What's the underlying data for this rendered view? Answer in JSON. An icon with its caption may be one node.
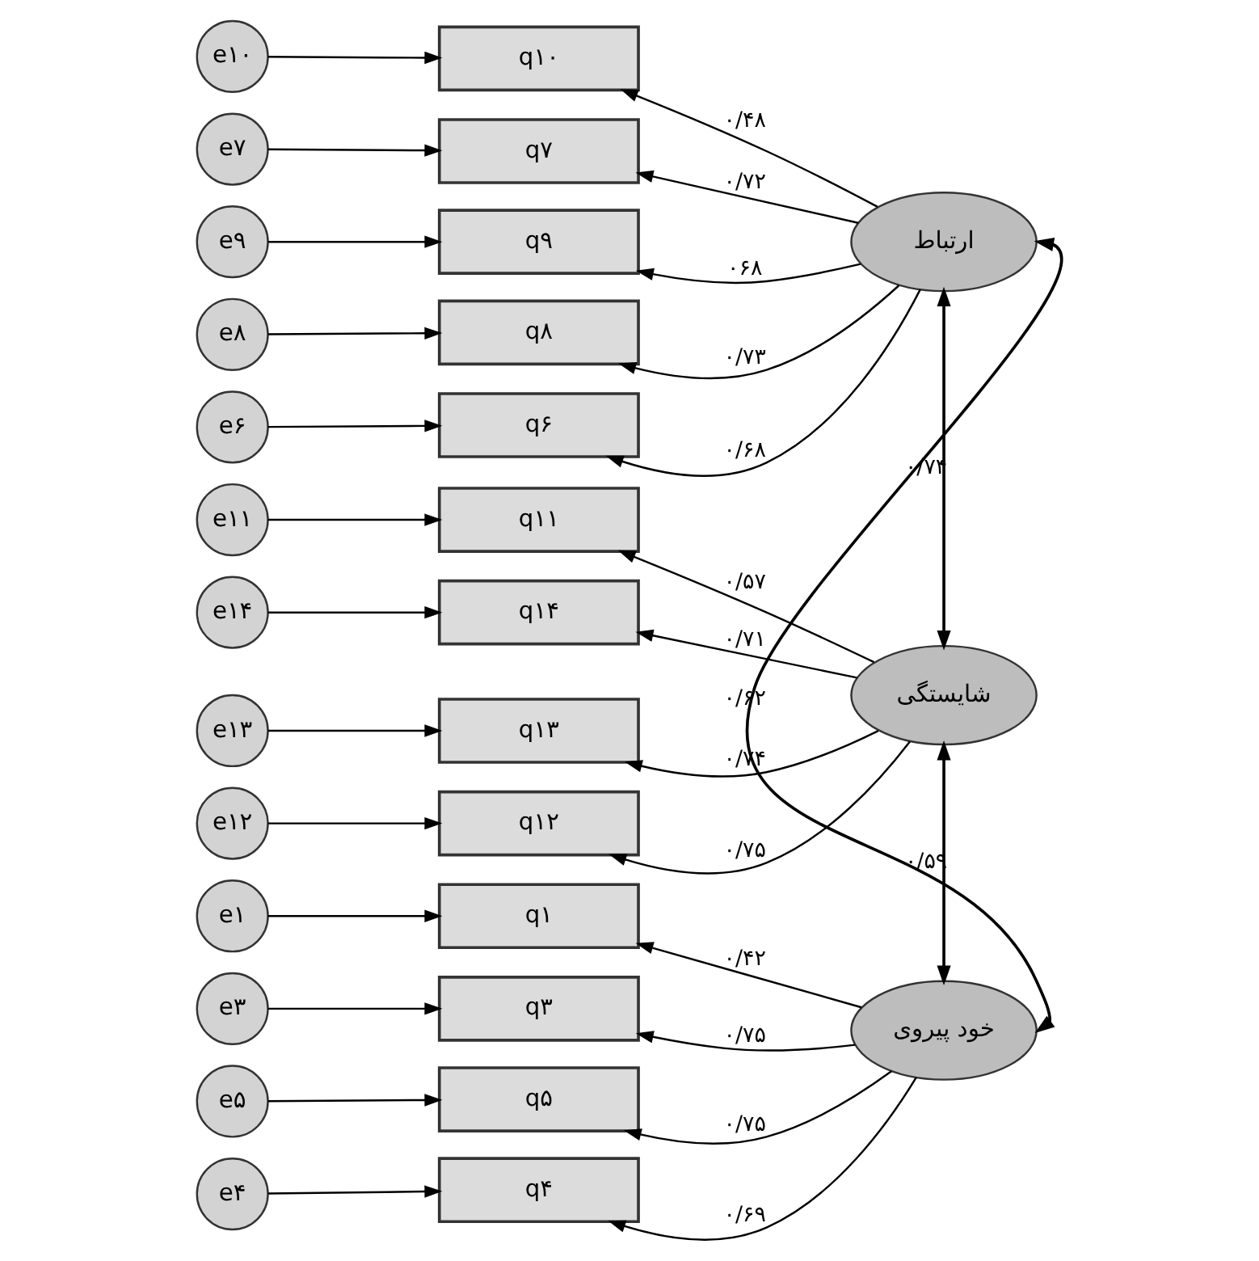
{
  "diagram": {
    "nodes": [
      {
        "text": [
          "e۱۰"
        ]
      },
      {
        "text": [
          "q۱۰"
        ]
      },
      {
        "text": [
          "e۷"
        ]
      },
      {
        "text": [
          "q۷"
        ]
      },
      {
        "text": [
          "e۹"
        ]
      },
      {
        "text": [
          "q۹"
        ]
      },
      {
        "text": [
          "e۸"
        ]
      },
      {
        "text": [
          "q۸"
        ]
      },
      {
        "text": [
          "e۶"
        ]
      },
      {
        "text": [
          "q۶"
        ]
      },
      {
        "text": [
          "ارتباط"
        ]
      },
      {
        "text": [
          "e۱۱"
        ]
      },
      {
        "text": [
          "q۱۱"
        ]
      },
      {
        "text": [
          "e۱۴"
        ]
      },
      {
        "text": [
          "q۱۴"
        ]
      },
      {
        "text": [
          "e۱۳"
        ]
      },
      {
        "text": [
          "q۱۳"
        ]
      },
      {
        "text": [
          "e۱۲"
        ]
      },
      {
        "text": [
          "q۱۲"
        ]
      },
      {
        "text": [
          "شایستگی"
        ]
      },
      {
        "text": [
          "e۱"
        ]
      },
      {
        "text": [
          "q۱"
        ]
      },
      {
        "text": [
          "e۳"
        ]
      },
      {
        "text": [
          "q۳"
        ]
      },
      {
        "text": [
          "e۵"
        ]
      },
      {
        "text": [
          "q۵"
        ]
      },
      {
        "text": [
          "e۴"
        ]
      },
      {
        "text": [
          "q۴"
        ]
      },
      {
        "text": [
          "خود پیروی"
        ]
      }
    ],
    "edges": [
      {
        "from": 0,
        "to": 1,
        "arrow": "to"
      },
      {
        "from": 2,
        "to": 3,
        "arrow": "to"
      },
      {
        "from": 4,
        "to": 5,
        "arrow": "to"
      },
      {
        "from": 6,
        "to": 7,
        "arrow": "to"
      },
      {
        "from": 8,
        "to": 9,
        "arrow": "to"
      },
      {
        "from": 10,
        "to": 1,
        "arrow": "to",
        "label": "۰/۴۸"
      },
      {
        "from": 10,
        "to": 3,
        "arrow": "to",
        "label": "۰/۷۲"
      },
      {
        "from": 10,
        "to": 5,
        "arrow": "to",
        "label": "۰۶۸"
      },
      {
        "from": 10,
        "to": 7,
        "arrow": "to",
        "label": "۰/۷۳"
      },
      {
        "from": 10,
        "to": 9,
        "arrow": "to",
        "label": "۰/۶۸"
      },
      {
        "from": 11,
        "to": 12,
        "arrow": "to"
      },
      {
        "from": 13,
        "to": 14,
        "arrow": "to"
      },
      {
        "from": 15,
        "to": 16,
        "arrow": "to"
      },
      {
        "from": 17,
        "to": 18,
        "arrow": "to"
      },
      {
        "from": 19,
        "to": 12,
        "arrow": "to",
        "label": "۰/۵۷"
      },
      {
        "from": 19,
        "to": 14,
        "arrow": "to",
        "label": "۰/۷۱"
      },
      {
        "from": 19,
        "to": 16,
        "arrow": "to",
        "label": "۰/۷۴"
      },
      {
        "from": 19,
        "to": 18,
        "arrow": "to",
        "label": "۰/۷۵"
      },
      {
        "from": 20,
        "to": 21,
        "arrow": "to"
      },
      {
        "from": 22,
        "to": 23,
        "arrow": "to"
      },
      {
        "from": 24,
        "to": 25,
        "arrow": "to"
      },
      {
        "from": 26,
        "to": 27,
        "arrow": "to"
      },
      {
        "from": 28,
        "to": 21,
        "arrow": "to",
        "label": "۰/۴۲"
      },
      {
        "from": 28,
        "to": 23,
        "arrow": "to",
        "label": "۰/۷۵"
      },
      {
        "from": 28,
        "to": 25,
        "arrow": "to",
        "label": "۰/۷۵"
      },
      {
        "from": 28,
        "to": 27,
        "arrow": "to",
        "label": "۰/۶۹"
      },
      {
        "from": 10,
        "to": 19,
        "arrow": "both",
        "label": "۰/۷۴"
      },
      {
        "from": 19,
        "to": 28,
        "arrow": "both",
        "label": "۰/۵۹"
      },
      {
        "from": 10,
        "to": 28,
        "arrow": "both",
        "label": "۰/۶۲"
      }
    ]
  }
}
